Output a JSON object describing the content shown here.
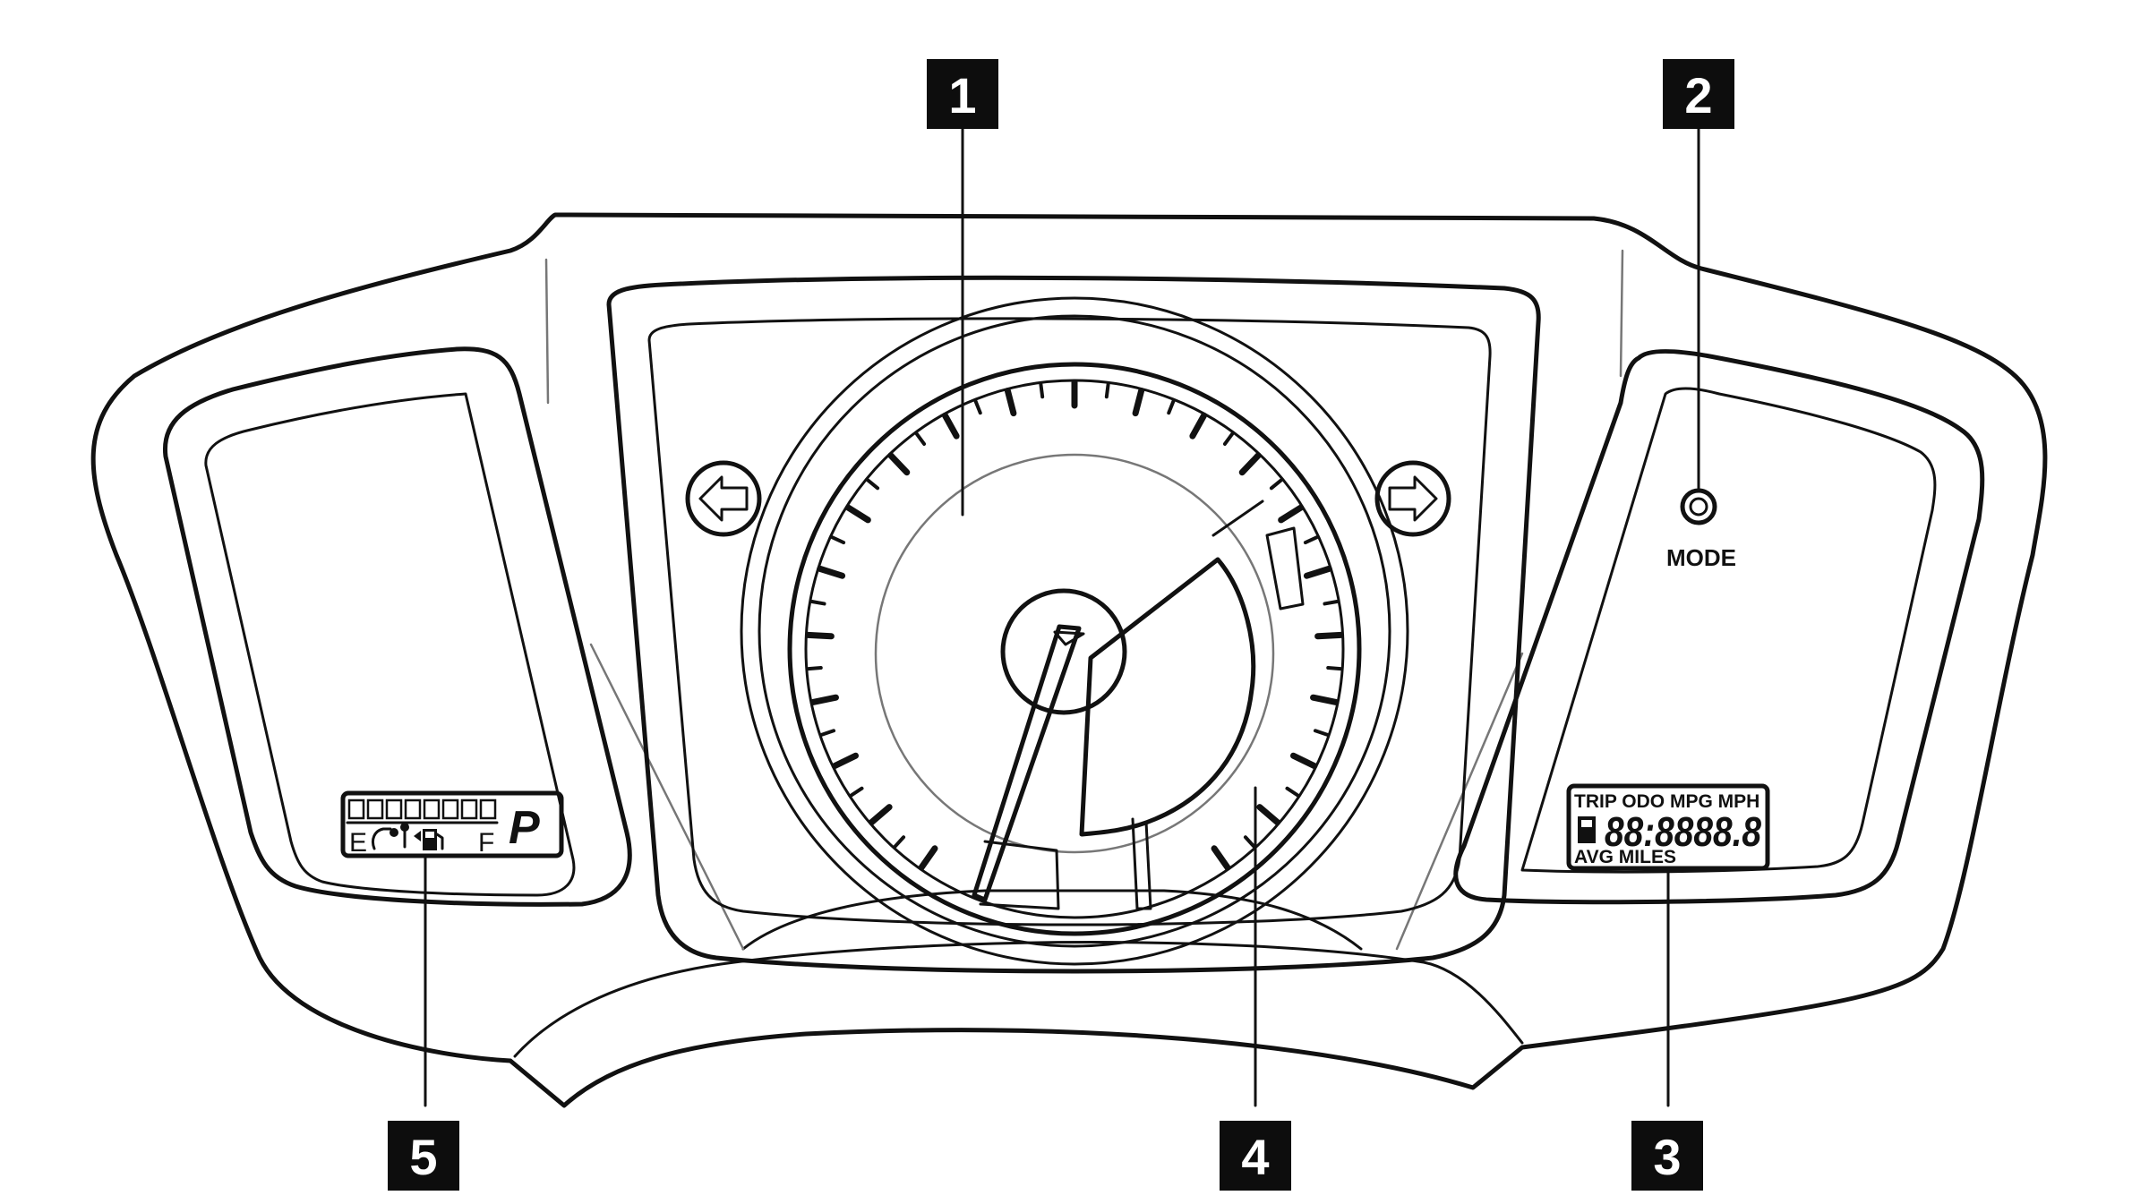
{
  "callouts": [
    {
      "id": "callout-1",
      "label": "1"
    },
    {
      "id": "callout-2",
      "label": "2"
    },
    {
      "id": "callout-3",
      "label": "3"
    },
    {
      "id": "callout-4",
      "label": "4"
    },
    {
      "id": "callout-5",
      "label": "5"
    }
  ],
  "mode_button": {
    "label": "MODE"
  },
  "right_lcd": {
    "header": "TRIP ODO MPG MPH",
    "digits": "88:8888.8",
    "footer": "AVG MILES"
  },
  "fuel_lcd": {
    "segment_count": 8,
    "empty_label": "E",
    "full_label": "F",
    "gear_indicator": "P"
  },
  "icons": [
    "left-turn-signal-icon",
    "right-turn-signal-icon",
    "fuel-pump-icon",
    "seatbelt-icon",
    "key-icon"
  ],
  "colors": {
    "line": "#111111",
    "callout_fill": "#0d0d0d",
    "callout_text": "#ffffff",
    "background": "#ffffff"
  }
}
